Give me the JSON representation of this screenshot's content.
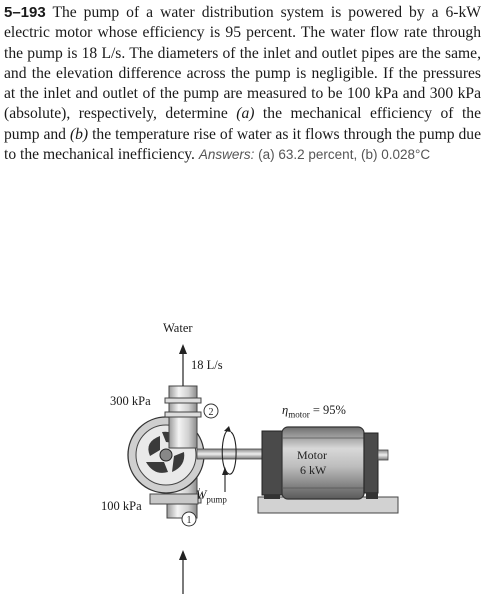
{
  "problem": {
    "number": "5–193",
    "text_1": "The pump of a water distribution system is powered by a 6-kW electric motor whose efficiency is 95 percent. The water flow rate through the pump is 18 L/s. The diameters of the inlet and outlet pipes are the same, and the elevation difference across the pump is negligible. If the pressures at the inlet and outlet of the pump are measured to be 100 kPa and 300 kPa (absolute), respectively, determine ",
    "part_a_marker": "(a)",
    "text_2": " the mechanical efficiency of the pump and ",
    "part_b_marker": "(b)",
    "text_3": " the temperature rise of water as it flows through the pump due to the mechanical inefficiency.",
    "answers_label": "Answers:",
    "answer_a_marker": "(a)",
    "answer_a": " 63.2 percent,",
    "answer_b_marker": "(b)",
    "answer_b": " 0.028°C"
  },
  "figure": {
    "water_label": "Water",
    "flow_rate_label": "18 L/s",
    "outlet_pressure_label": "300 kPa",
    "inlet_pressure_label": "100 kPa",
    "outlet_station": "2",
    "inlet_station": "1",
    "efficiency_symbol": "η",
    "efficiency_subscript": "motor",
    "efficiency_value": " = 95%",
    "motor_label": "Motor",
    "motor_power": "6 kW",
    "work_symbol": "W",
    "work_subscript": "pump"
  }
}
